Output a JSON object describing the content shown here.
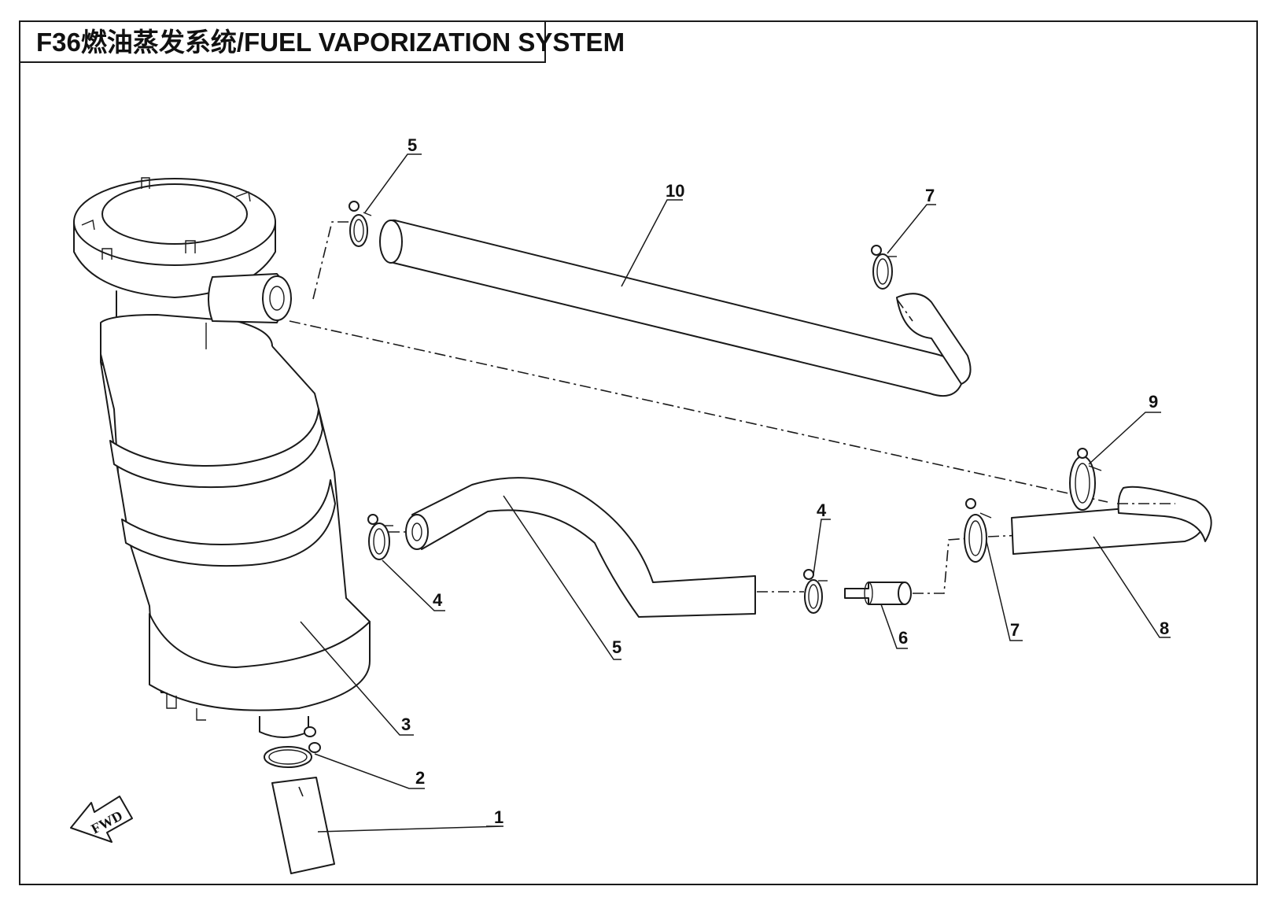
{
  "title": "F36燃油蒸发系统/FUEL VAPORIZATION  SYSTEM",
  "fwd_label": "FWD",
  "callouts": {
    "c1": "1",
    "c2": "2",
    "c3": "3",
    "c4a": "4",
    "c4b": "4",
    "c5a": "5",
    "c5b": "5",
    "c6": "6",
    "c7a": "7",
    "c7b": "7",
    "c8": "8",
    "c9": "9",
    "c10": "10"
  },
  "colors": {
    "ink": "#1a1a1a",
    "paper": "#ffffff"
  }
}
